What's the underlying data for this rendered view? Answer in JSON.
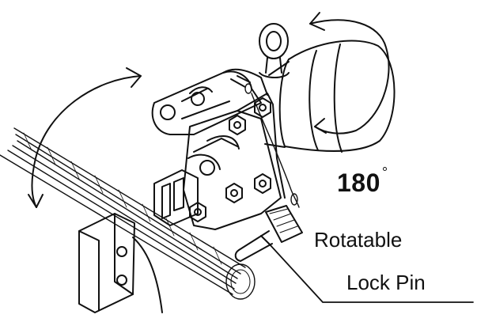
{
  "diagram": {
    "rotation_angle": "180",
    "degree_symbol": "°",
    "label_rotatable": "Rotatable",
    "label_lock_pin": "Lock Pin"
  },
  "colors": {
    "ink": "#111111",
    "background": "#ffffff"
  }
}
